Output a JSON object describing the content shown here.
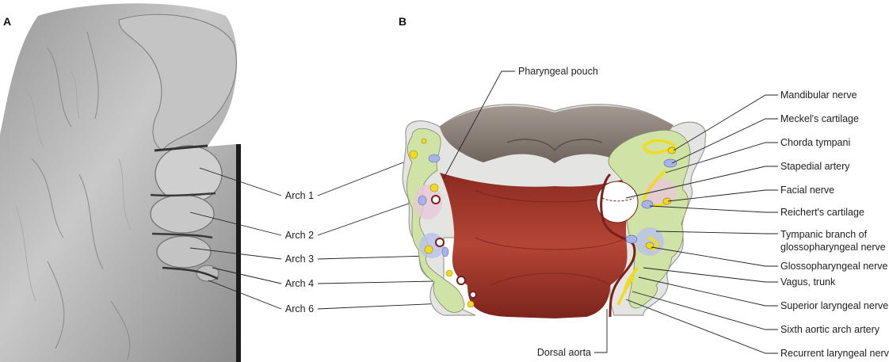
{
  "panels": {
    "a": {
      "letter": "A",
      "labels": [
        "Arch 1",
        "Arch 2",
        "Arch 3",
        "Arch 4",
        "Arch 6"
      ]
    },
    "b": {
      "letter": "B",
      "top_label": "Pharyngeal pouch",
      "bottom_label": "Dorsal aorta",
      "right_labels": [
        "Mandibular nerve",
        "Meckel's cartilage",
        "Chorda tympani",
        "Stapedial artery",
        "Facial nerve",
        "Reichert's cartilage",
        "Tympanic branch of",
        "glossopharyngeal nerve",
        "Glossopharyngeal nerve",
        "Vagus, trunk",
        "Superior laryngeal nerve",
        "Sixth aortic arch artery",
        "Recurrent laryngeal nerve"
      ]
    }
  },
  "colors": {
    "arch_green": "#cfe3a6",
    "outer_grey": "#e4e4e2",
    "pharynx_red": "#a8392c",
    "neural_brown": "#8f837b",
    "nerve_yellow": "#f3da1e",
    "cartilage_blue": "#a9b4e6",
    "vessel_dark": "#7a1f1a",
    "pink_tint": "#e9c7d9"
  }
}
